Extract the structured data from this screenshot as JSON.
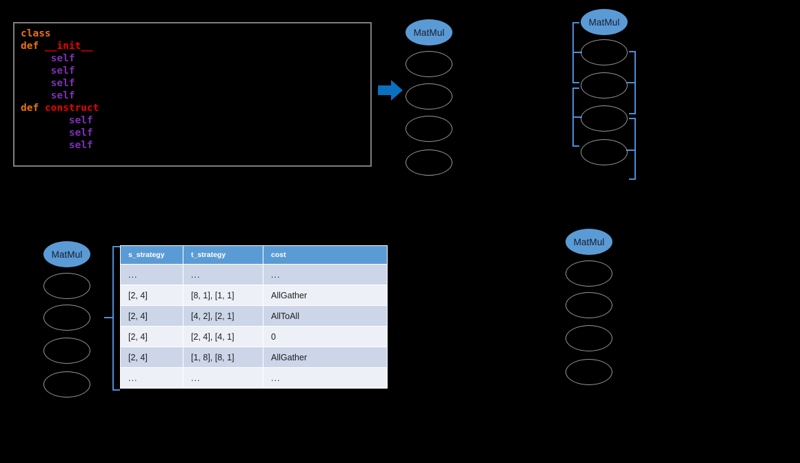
{
  "background_color": "#000000",
  "code_panel": {
    "border_color": "#7f7f7f",
    "lines": [
      {
        "indent": 0,
        "tokens": [
          {
            "text": "class",
            "style": "kw"
          }
        ]
      },
      {
        "indent": 0,
        "tokens": [
          {
            "text": "def ",
            "style": "kw"
          },
          {
            "text": "__init__",
            "style": "fn"
          }
        ]
      },
      {
        "indent": 5,
        "tokens": [
          {
            "text": "self",
            "style": "self"
          }
        ]
      },
      {
        "indent": 5,
        "tokens": [
          {
            "text": "self",
            "style": "self"
          }
        ]
      },
      {
        "indent": 5,
        "tokens": [
          {
            "text": "self",
            "style": "self"
          }
        ]
      },
      {
        "indent": 5,
        "tokens": [
          {
            "text": "self",
            "style": "self"
          }
        ]
      },
      {
        "indent": 0,
        "tokens": [
          {
            "text": "def ",
            "style": "kw"
          },
          {
            "text": "construct",
            "style": "fn"
          }
        ]
      },
      {
        "indent": 8,
        "tokens": [
          {
            "text": "self",
            "style": "self"
          }
        ]
      },
      {
        "indent": 8,
        "tokens": [
          {
            "text": "self",
            "style": "self"
          }
        ]
      },
      {
        "indent": 8,
        "tokens": [
          {
            "text": "self",
            "style": "self"
          }
        ]
      }
    ],
    "syntax_colors": {
      "keyword": "#e8740c",
      "function": "#ee0000",
      "self": "#7d30b5"
    }
  },
  "arrow": {
    "color": "#0a70c0",
    "direction": "right"
  },
  "node_groups": [
    {
      "id": "graph-center",
      "head_label": "MatMul",
      "head_color": "#5b9bd5",
      "node_count": 4,
      "node_labels": [
        "",
        "",
        "",
        ""
      ]
    },
    {
      "id": "graph-top-right",
      "head_label": "MatMul",
      "head_color": "#5b9bd5",
      "node_count": 4,
      "node_labels": [
        "",
        "",
        "",
        ""
      ]
    },
    {
      "id": "graph-bottom-left",
      "head_label": "MatMul",
      "head_color": "#5b9bd5",
      "node_count": 4,
      "node_labels": [
        "",
        "",
        "",
        ""
      ]
    },
    {
      "id": "graph-bottom-right",
      "head_label": "MatMul",
      "head_color": "#5b9bd5",
      "node_count": 4,
      "node_labels": [
        "",
        "",
        "",
        ""
      ]
    }
  ],
  "brackets": {
    "color": "#4a90d9",
    "count": 5
  },
  "strategy_table": {
    "header_color": "#5b9bd5",
    "row_color_a": "#ccd6e8",
    "row_color_b": "#edf0f7",
    "columns": [
      "s_strategy",
      "t_strategy",
      "cost"
    ],
    "rows": [
      {
        "s_strategy": "...",
        "t_strategy": "...",
        "cost": "..."
      },
      {
        "s_strategy": "[2, 4]",
        "t_strategy": "[8, 1], [1, 1]",
        "cost": "AllGather"
      },
      {
        "s_strategy": "[2, 4]",
        "t_strategy": "[4, 2], [2, 1]",
        "cost": "AllToAll"
      },
      {
        "s_strategy": "[2, 4]",
        "t_strategy": "[2, 4], [4, 1]",
        "cost": "0"
      },
      {
        "s_strategy": "[2, 4]",
        "t_strategy": "[1, 8], [8, 1]",
        "cost": "AllGather"
      },
      {
        "s_strategy": "...",
        "t_strategy": "...",
        "cost": "..."
      }
    ]
  }
}
